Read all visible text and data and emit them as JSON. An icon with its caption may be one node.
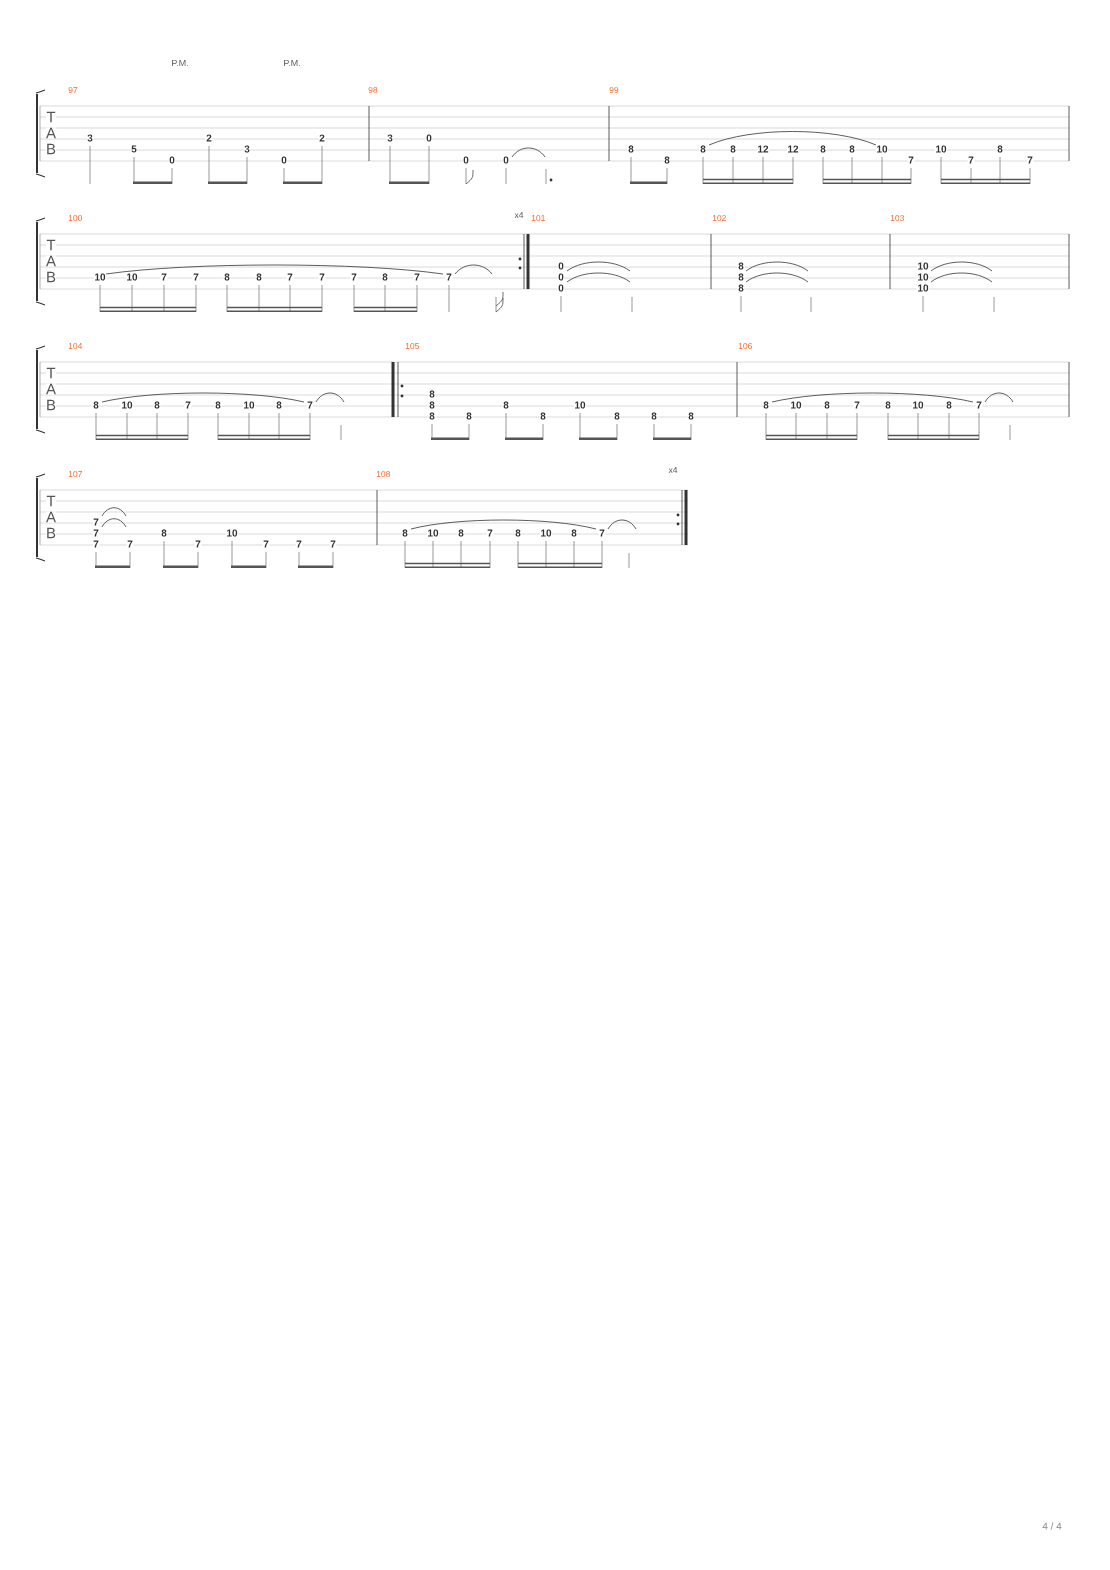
{
  "diagram": {
    "labels": [
      "P.M.",
      "P.M.",
      "97",
      "T",
      "A",
      "B",
      "3",
      "5",
      "0",
      "2",
      "3",
      "0",
      "2",
      "98",
      "3",
      "0",
      "0",
      "0",
      "99",
      "8",
      "8",
      "8",
      "8",
      "12",
      "12",
      "8",
      "8",
      "10",
      "7",
      "10",
      "7",
      "8",
      "7",
      "100",
      "T",
      "A",
      "B",
      "10",
      "10",
      "7",
      "7",
      "8",
      "8",
      "7",
      "7",
      "7",
      "8",
      "7",
      "7",
      "x4",
      "101",
      "0",
      "0",
      "0",
      "102",
      "8",
      "8",
      "8",
      "103",
      "10",
      "10",
      "10",
      "104",
      "T",
      "A",
      "B",
      "8",
      "10",
      "8",
      "7",
      "8",
      "10",
      "8",
      "7",
      "105",
      "8",
      "8",
      "8",
      "8",
      "8",
      "8",
      "10",
      "8",
      "8",
      "8",
      "106",
      "8",
      "10",
      "8",
      "7",
      "8",
      "10",
      "8",
      "7",
      "107",
      "T",
      "A",
      "B",
      "7",
      "7",
      "7",
      "7",
      "8",
      "7",
      "10",
      "7",
      "7",
      "7",
      "108",
      "8",
      "10",
      "8",
      "7",
      "8",
      "10",
      "8",
      "7",
      "x4",
      "4 / 4"
    ]
  }
}
